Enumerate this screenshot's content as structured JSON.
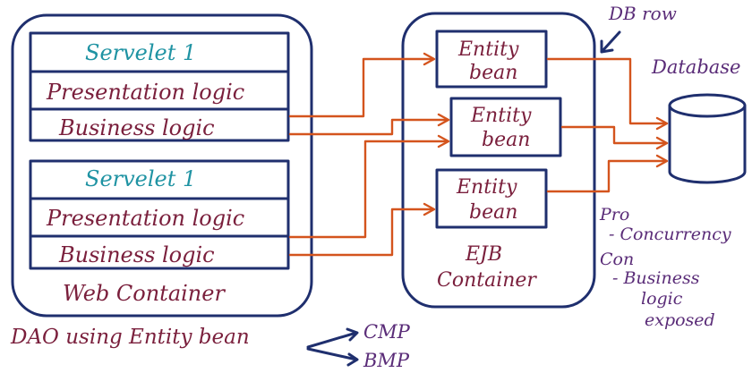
{
  "web_container": {
    "label": "Web Container",
    "servlets": [
      {
        "title": "Servelet 1",
        "presentation": "Presentation logic",
        "business": "Business logic"
      },
      {
        "title": "Servelet 1",
        "presentation": "Presentation logic",
        "business": "Business logic"
      }
    ]
  },
  "ejb_container": {
    "label_line1": "EJB",
    "label_line2": "Container",
    "beans": [
      {
        "line1": "Entity",
        "line2": "bean"
      },
      {
        "line1": "Entity",
        "line2": "bean"
      },
      {
        "line1": "Entity",
        "line2": "bean"
      }
    ]
  },
  "annotations": {
    "db_row": "DB row",
    "database": "Database",
    "pro_label": "Pro",
    "pro_item": "- Concurrency",
    "con_label": "Con",
    "con_line1": "- Business",
    "con_line2": "logic",
    "con_line3": "exposed"
  },
  "footer": {
    "text": "DAO using Entity bean",
    "option1": "CMP",
    "option2": "BMP"
  },
  "colors": {
    "outline": "#1f2f6e",
    "arrows": "#d4541d",
    "servlet_title": "#1f93a3",
    "logic_text": "#7a1f3c",
    "annotation": "#5a2c78"
  }
}
